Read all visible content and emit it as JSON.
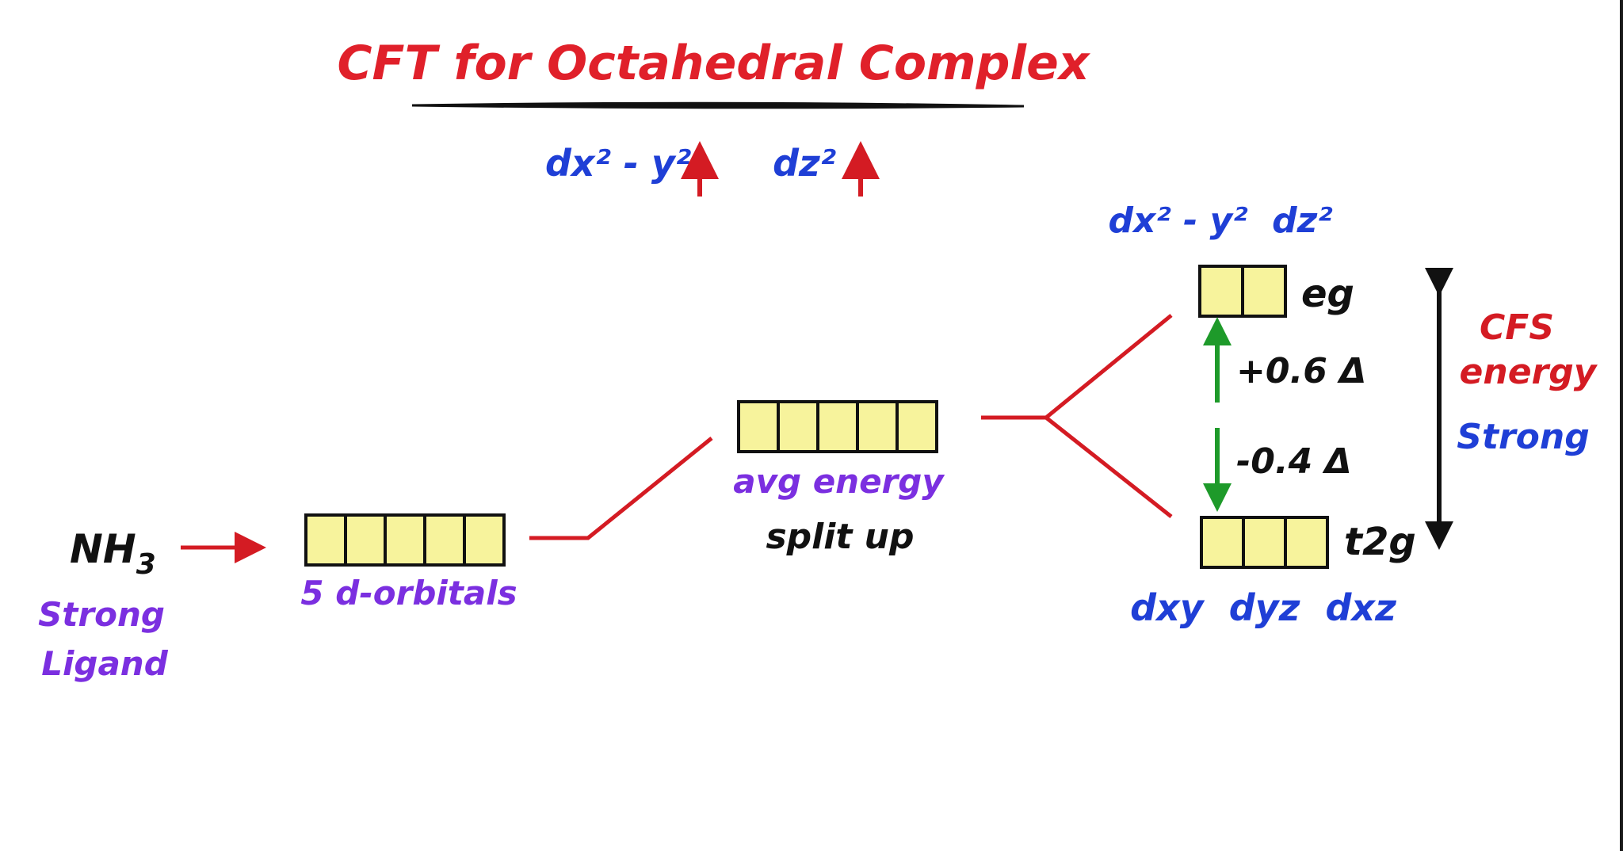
{
  "title": "CFT for Octahedral Complex",
  "top_orbitals": {
    "left": "dx² - y²",
    "right": "dz²"
  },
  "ligand": {
    "formula": "NH",
    "subscript": "3",
    "type_line1": "Strong",
    "type_line2": "Ligand"
  },
  "degenerate": {
    "label": "5 d-orbitals",
    "box_count": 5
  },
  "average": {
    "label": "avg energy",
    "note": "split up",
    "box_count": 5
  },
  "eg": {
    "label": "eg",
    "orbitals": "dx² - y²  dz²",
    "box_count": 2,
    "energy_shift": "+0.6 Δ"
  },
  "t2g": {
    "label": "t2g",
    "orbitals": "dxy  dyz  dxz",
    "box_count": 3,
    "energy_shift": "-0.4 Δ"
  },
  "splitting": {
    "line1": "CFS",
    "line2": "energy",
    "strength": "Strong"
  },
  "colors": {
    "title_red": "#e0202a",
    "orbital_blue": "#1f3fd6",
    "ligand_purple": "#7b2fe0",
    "arrow_green": "#1e9a2a",
    "line_red": "#d41b23",
    "box_fill": "#f7f39c"
  }
}
